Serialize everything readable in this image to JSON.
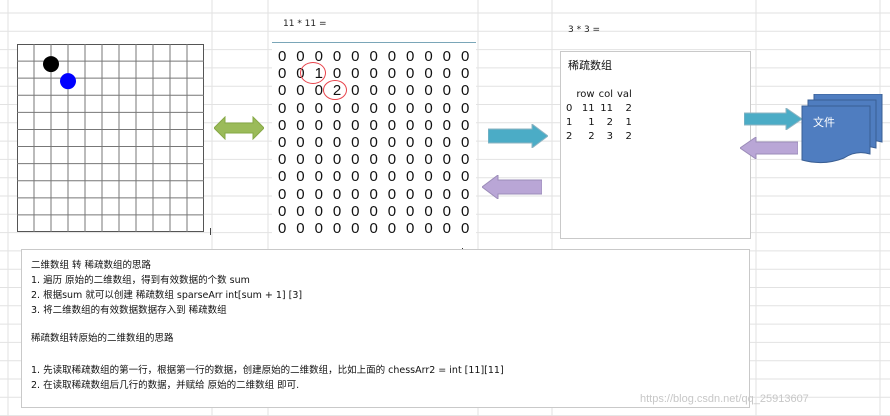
{
  "board": {
    "rows": 11,
    "cols": 11,
    "pieces": [
      {
        "row": 1,
        "col": 2,
        "color": "#000000"
      },
      {
        "row": 2,
        "col": 3,
        "color": "#0000ff"
      }
    ]
  },
  "matrix": {
    "label": "11 * 11 =",
    "rows": [
      [
        "0",
        "0",
        "0",
        "0",
        "0",
        "0",
        "0",
        "0",
        "0",
        "0",
        "0"
      ],
      [
        "0",
        "0",
        "1",
        "0",
        "0",
        "0",
        "0",
        "0",
        "0",
        "0",
        "0"
      ],
      [
        "0",
        "0",
        "0",
        "2",
        "0",
        "0",
        "0",
        "0",
        "0",
        "0",
        "0"
      ],
      [
        "0",
        "0",
        "0",
        "0",
        "0",
        "0",
        "0",
        "0",
        "0",
        "0",
        "0"
      ],
      [
        "0",
        "0",
        "0",
        "0",
        "0",
        "0",
        "0",
        "0",
        "0",
        "0",
        "0"
      ],
      [
        "0",
        "0",
        "0",
        "0",
        "0",
        "0",
        "0",
        "0",
        "0",
        "0",
        "0"
      ],
      [
        "0",
        "0",
        "0",
        "0",
        "0",
        "0",
        "0",
        "0",
        "0",
        "0",
        "0"
      ],
      [
        "0",
        "0",
        "0",
        "0",
        "0",
        "0",
        "0",
        "0",
        "0",
        "0",
        "0"
      ],
      [
        "0",
        "0",
        "0",
        "0",
        "0",
        "0",
        "0",
        "0",
        "0",
        "0",
        "0"
      ],
      [
        "0",
        "0",
        "0",
        "0",
        "0",
        "0",
        "0",
        "0",
        "0",
        "0",
        "0"
      ],
      [
        "0",
        "0",
        "0",
        "0",
        "0",
        "0",
        "0",
        "0",
        "0",
        "0",
        "0"
      ]
    ],
    "highlight_color": "#e8424a"
  },
  "sparse": {
    "label": "3 * 3 =",
    "title": "稀疏数组",
    "headers": [
      "",
      "row",
      "col",
      "val"
    ],
    "rows": [
      [
        "0",
        "11",
        "11",
        "2"
      ],
      [
        "1",
        "1",
        "2",
        "1"
      ],
      [
        "2",
        "2",
        "3",
        "2"
      ]
    ]
  },
  "file": {
    "label": "文件",
    "color": "#4f7dc0"
  },
  "arrows": {
    "double_color": "#9bbb59",
    "right_color": "#4bacc6",
    "left_color": "#b9a6d6"
  },
  "notes": {
    "lines": [
      "二维数组 转 稀疏数组的思路",
      "1. 遍历  原始的二维数组，得到有效数据的个数 sum",
      "2. 根据sum 就可以创建 稀疏数组 sparseArr   int[sum + 1] [3]",
      "3. 将二维数组的有效数据数据存入到 稀疏数组",
      "",
      "稀疏数组转原始的二维数组的思路",
      "",
      "1. 先读取稀疏数组的第一行，根据第一行的数据，创建原始的二维数组，比如上面的    chessArr2 = int [11][11]",
      "2. 在读取稀疏数组后几行的数据，并赋给 原始的二维数组 即可."
    ]
  },
  "watermark": "https://blog.csdn.net/qq_25913607"
}
